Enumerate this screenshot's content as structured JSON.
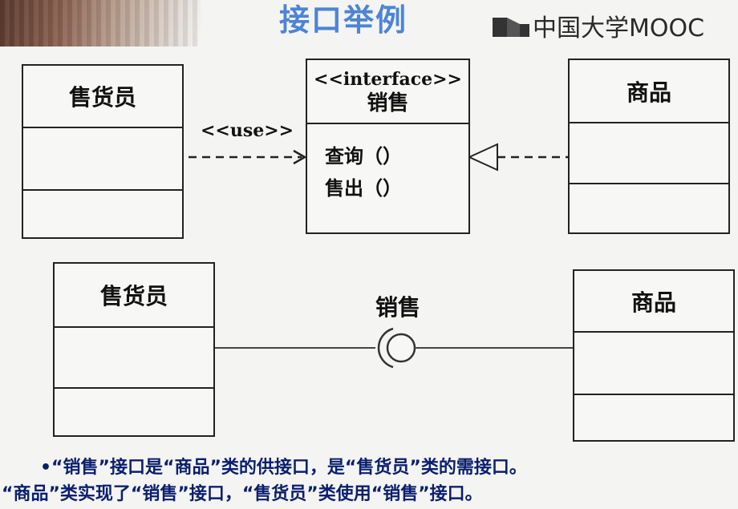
{
  "header": {
    "title": "接口举例",
    "logo_text": "中国大学MOOC"
  },
  "diagram1": {
    "salesperson": {
      "name": "售货员"
    },
    "interface": {
      "stereotype": "<<interface>>",
      "name": "销售",
      "operations": [
        "查询（）",
        "售出（）"
      ]
    },
    "goods": {
      "name": "商品"
    },
    "use_label": "<<use>>"
  },
  "diagram2": {
    "salesperson": {
      "name": "售货员"
    },
    "goods": {
      "name": "商品"
    },
    "interface_label": "销售"
  },
  "notes": [
    "•“销售”接口是“商品”类的供接口，是“售货员”类的需接口。",
    "“商品”类实现了“销售”接口，“售货员”类使用“销售”接口。"
  ],
  "colors": {
    "title": "#4d84d6",
    "note_text": "#0a1f6e",
    "lines": "#222222"
  }
}
